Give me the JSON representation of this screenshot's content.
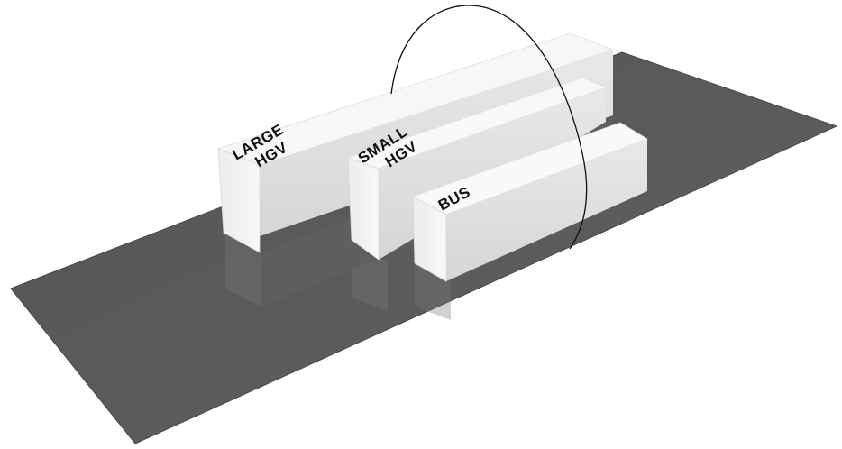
{
  "diagram": {
    "labels": {
      "large_hgv_line1": "LARGE",
      "large_hgv_line2": "HGV",
      "small_hgv_line1": "SMALL",
      "small_hgv_line2": "HGV",
      "bus": "BUS"
    },
    "colors": {
      "background": "#ffffff",
      "ground": "#5a5a5a",
      "ground_edge": "#4a4a4a",
      "block_front": "#f3f3f3",
      "block_side": "#e0e0e0",
      "block_top": "#fafafa",
      "arc": "#111111",
      "reflection": "#6a6a6a"
    }
  }
}
